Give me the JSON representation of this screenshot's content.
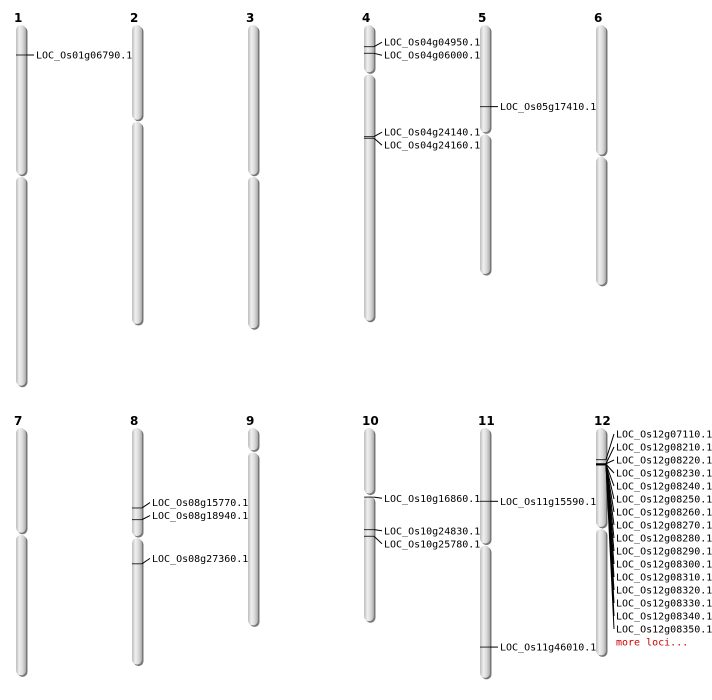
{
  "title": "Chromosome locus map",
  "units": "Mb",
  "colors": {
    "chromosome_light": "#f0f0f0",
    "chromosome_mid": "#cfcfcf",
    "shadow": "#7a7a7a",
    "marker": "#000000",
    "more_link": "#cc0000"
  },
  "chromosomes": [
    {
      "name": "1",
      "length": 43.3,
      "centromere": 18.1,
      "loci": [
        {
          "id": "LOC_Os01g06790.1",
          "pos": 3.6
        }
      ]
    },
    {
      "name": "2",
      "length": 35.9,
      "centromere": 11.5,
      "loci": []
    },
    {
      "name": "3",
      "length": 36.4,
      "centromere": 18.1,
      "loci": []
    },
    {
      "name": "4",
      "length": 35.5,
      "centromere": 5.8,
      "loci": [
        {
          "id": "LOC_Os04g04950.1",
          "pos": 2.6
        },
        {
          "id": "LOC_Os04g06000.1",
          "pos": 3.4
        },
        {
          "id": "LOC_Os04g24140.1",
          "pos": 13.4
        },
        {
          "id": "LOC_Os04g24160.1",
          "pos": 13.6
        }
      ]
    },
    {
      "name": "5",
      "length": 29.9,
      "centromere": 13.0,
      "loci": [
        {
          "id": "LOC_Os05g17410.1",
          "pos": 9.8
        }
      ]
    },
    {
      "name": "6",
      "length": 31.2,
      "centromere": 15.7,
      "loci": []
    },
    {
      "name": "7",
      "length": 29.7,
      "centromere": 12.7,
      "loci": []
    },
    {
      "name": "8",
      "length": 28.4,
      "centromere": 13.1,
      "loci": [
        {
          "id": "LOC_Os08g15770.1",
          "pos": 9.6
        },
        {
          "id": "LOC_Os08g18940.1",
          "pos": 11.0
        },
        {
          "id": "LOC_Os08g27360.1",
          "pos": 16.3
        }
      ]
    },
    {
      "name": "9",
      "length": 23.7,
      "centromere": 2.8,
      "loci": []
    },
    {
      "name": "10",
      "length": 23.2,
      "centromere": 8.0,
      "loci": [
        {
          "id": "LOC_Os10g16860.1",
          "pos": 8.3
        },
        {
          "id": "LOC_Os10g24830.1",
          "pos": 12.2
        },
        {
          "id": "LOC_Os10g25780.1",
          "pos": 13.0
        }
      ]
    },
    {
      "name": "11",
      "length": 30.0,
      "centromere": 14.0,
      "loci": [
        {
          "id": "LOC_Os11g15590.1",
          "pos": 8.8
        },
        {
          "id": "LOC_Os11g46010.1",
          "pos": 26.3
        }
      ]
    },
    {
      "name": "12",
      "length": 27.3,
      "centromere": 12.0,
      "more_label": "more loci...",
      "loci": [
        {
          "id": "LOC_Os12g07110.1",
          "pos": 3.8
        },
        {
          "id": "LOC_Os12g08210.1",
          "pos": 4.3
        },
        {
          "id": "LOC_Os12g08220.1",
          "pos": 4.3
        },
        {
          "id": "LOC_Os12g08230.1",
          "pos": 4.35
        },
        {
          "id": "LOC_Os12g08240.1",
          "pos": 4.35
        },
        {
          "id": "LOC_Os12g08250.1",
          "pos": 4.35
        },
        {
          "id": "LOC_Os12g08260.1",
          "pos": 4.35
        },
        {
          "id": "LOC_Os12g08270.1",
          "pos": 4.35
        },
        {
          "id": "LOC_Os12g08280.1",
          "pos": 4.4
        },
        {
          "id": "LOC_Os12g08290.1",
          "pos": 4.4
        },
        {
          "id": "LOC_Os12g08300.1",
          "pos": 4.4
        },
        {
          "id": "LOC_Os12g08310.1",
          "pos": 4.4
        },
        {
          "id": "LOC_Os12g08320.1",
          "pos": 4.4
        },
        {
          "id": "LOC_Os12g08330.1",
          "pos": 4.4
        },
        {
          "id": "LOC_Os12g08340.1",
          "pos": 4.4
        },
        {
          "id": "LOC_Os12g08350.1",
          "pos": 4.4
        }
      ]
    }
  ]
}
